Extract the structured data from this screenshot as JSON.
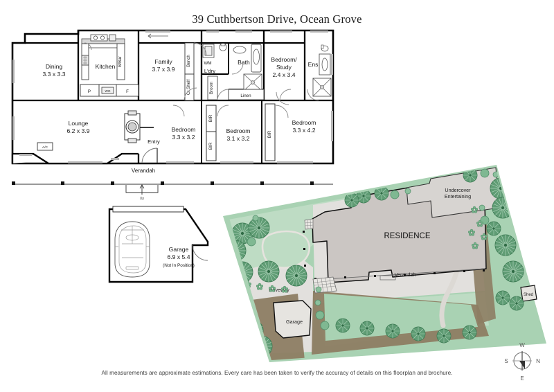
{
  "title": "39 Cuthbertson Drive, Ocean Grove",
  "footer": "All measurements are approximate estimations. Every care has been taken to verify the accuracy of details on this floorplan and brochure.",
  "floorplan": {
    "rooms": [
      {
        "name": "Dining",
        "dims": "3.3 x 3.3"
      },
      {
        "name": "Kitchen",
        "dims": ""
      },
      {
        "name": "Family",
        "dims": "3.7 x 3.9"
      },
      {
        "name": "Lounge",
        "dims": "6.2 x 3.9"
      },
      {
        "name": "Bedroom/\nStudy",
        "dims": "2.4 x 3.4"
      },
      {
        "name": "Bedroom",
        "dims": "3.3 x 3.2"
      },
      {
        "name": "Bedroom",
        "dims": "3.1 x 3.2"
      },
      {
        "name": "Bedroom",
        "dims": "3.3 x 4.2"
      },
      {
        "name": "Garage",
        "dims": "6.9 x 5.4"
      }
    ],
    "labels": {
      "dining": "Dining",
      "dining_dims": "3.3 x 3.3",
      "kitchen": "Kitchen",
      "bbar": "B/Bar",
      "pantry": "P",
      "wo": "WO",
      "fridge": "F",
      "family": "Family",
      "family_dims": "3.7 x 3.9",
      "bench": "Bench",
      "crshelf": "Cr Shelf",
      "ldry": "L'dry",
      "wm": "WM",
      "broom": "Broom",
      "bath": "Bath",
      "linen": "Linen",
      "bedstudy_1": "Bedroom/",
      "bedstudy_2": "Study",
      "bedstudy_dims": "2.4 x 3.4",
      "ens": "Ens",
      "lounge": "Lounge",
      "lounge_dims": "6.2 x 3.9",
      "ac": "A/C",
      "entry": "Entry",
      "verandah": "Verandah",
      "up": "Up",
      "bed1": "Bedroom",
      "bed1_dims": "3.3 x 3.2",
      "bir1": "BIR",
      "bir2": "BIR",
      "bed2": "Bedroom",
      "bed2_dims": "3.1 x 3.2",
      "bir3": "BIR",
      "bed3": "Bedroom",
      "bed3_dims": "3.3 x 4.2",
      "garage": "Garage",
      "garage_dims": "6.9 x 5.4",
      "garage_note": "(Not In Position)"
    }
  },
  "siteplan": {
    "labels": {
      "residence": "RESIDENCE",
      "undercover_1": "Undercover",
      "undercover_2": "Entertaining",
      "verandah": "Verandah",
      "driveway": "Driveway",
      "garage": "Garage",
      "shed": "Shed"
    }
  },
  "compass": {
    "n": "N",
    "s": "S",
    "e": "E",
    "w": "W"
  },
  "colors": {
    "wall": "#000000",
    "fixture_stroke": "#555555",
    "window": "#b5b5b5",
    "lawn": "#a9d2b3",
    "lawn_light": "#bedcc4",
    "paving": "#e2e0dd",
    "residence": "#cbc6c3",
    "undercover": "#d7d4d1",
    "garden_bed": "#8d7d63",
    "tree": "#5f9c74",
    "tree_dark": "#3f7d56",
    "shrub": "#7fb892",
    "path": "#dcd9d4"
  }
}
